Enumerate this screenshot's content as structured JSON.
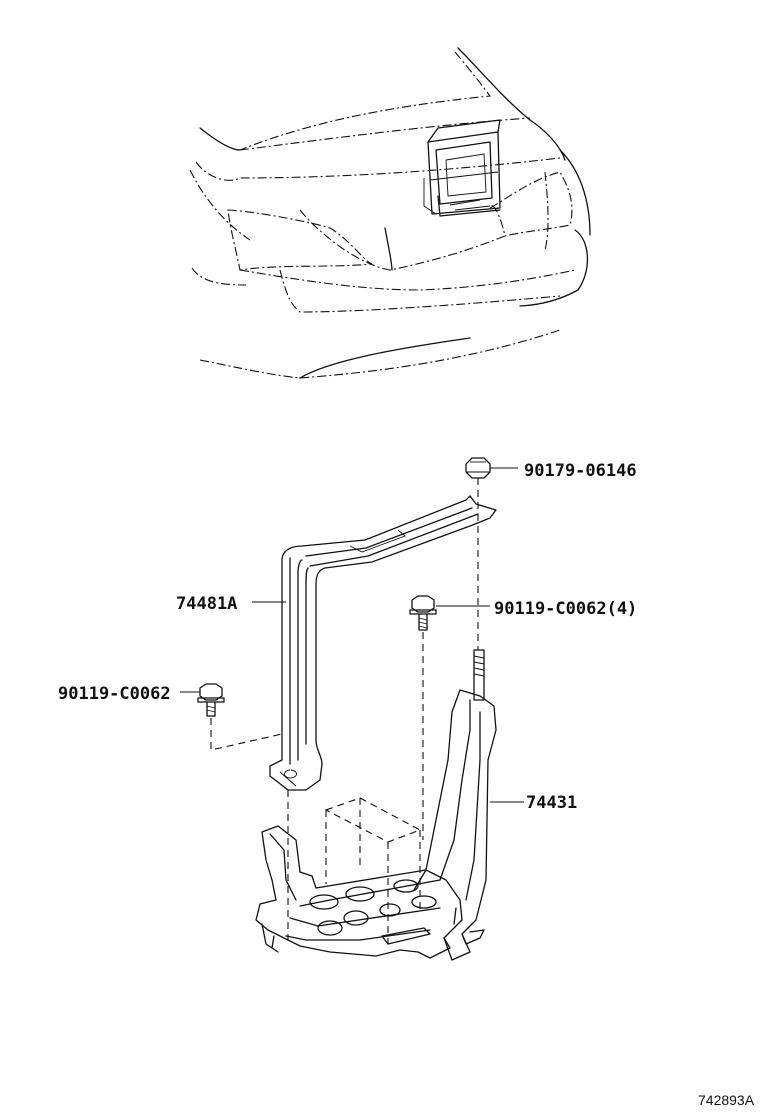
{
  "diagram": {
    "parts": [
      {
        "id": "p1",
        "number": "90179-06146"
      },
      {
        "id": "p2",
        "number": "74481A"
      },
      {
        "id": "p3",
        "number": "90119-C0062(4)"
      },
      {
        "id": "p4",
        "number": "90119-C0062"
      },
      {
        "id": "p5",
        "number": "74431"
      }
    ],
    "illustration_code": "742893A"
  }
}
